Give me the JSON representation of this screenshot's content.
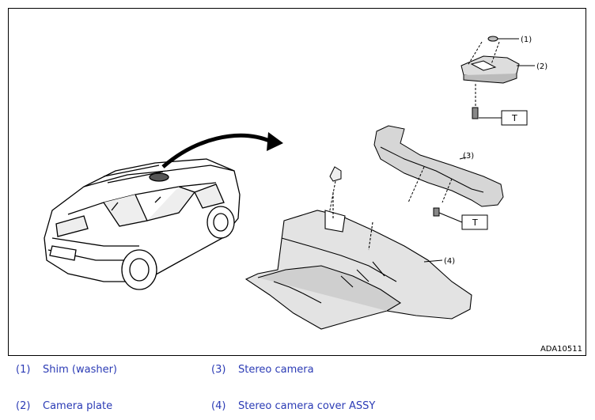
{
  "figure": {
    "code": "ADA10511",
    "callouts": [
      "(1)",
      "(2)",
      "(3)",
      "(4)"
    ],
    "torque_label": "T"
  },
  "legend": [
    {
      "num": "(1)",
      "label": "Shim (washer)"
    },
    {
      "num": "(2)",
      "label": "Camera plate"
    },
    {
      "num": "(3)",
      "label": "Stereo camera"
    },
    {
      "num": "(4)",
      "label": "Stereo camera cover ASSY"
    }
  ],
  "colors": {
    "legend_text": "#2b3bb5",
    "line": "#000000",
    "part_fill": "#d9d9d9"
  }
}
